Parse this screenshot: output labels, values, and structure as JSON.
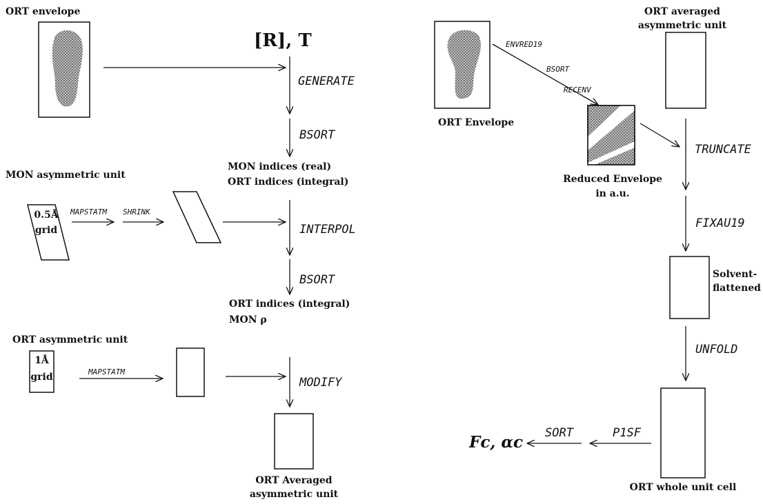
{
  "left": {
    "ort_envelope_label": "ORT envelope",
    "rt_label": "[R], T",
    "generate": "GENERATE",
    "bsort1": "BSORT",
    "indices_line1": "MON indices (real)",
    "indices_line2": "ORT indices (integral)",
    "mon_au_label": "MON asymmetric unit",
    "grid_half_line1": "0.5Å",
    "grid_half_line2": "grid",
    "mapstatm1": "MAPSTATM",
    "shrink": "SHRINK",
    "interpol": "INTERPOL",
    "bsort2": "BSORT",
    "ort_idx_line1": "ORT indices (integral)",
    "ort_idx_line2": "MON  ρ",
    "ort_au_label": "ORT asymmetric unit",
    "grid_one_line1": "1Å",
    "grid_one_line2": "grid",
    "mapstatm2": "MAPSTATM",
    "modify": "MODIFY",
    "ort_avg_line1": "ORT Averaged",
    "ort_avg_line2": "asymmetric unit"
  },
  "right": {
    "ort_averaged_line1": "ORT averaged",
    "ort_averaged_line2": "asymmetric unit",
    "envred19": "ENVRED19",
    "bsort": "BSORT",
    "recenv": "RECENV",
    "ort_envelope_label": "ORT Envelope",
    "reduced_line1": "Reduced Envelope",
    "reduced_line2": "in a.u.",
    "truncate": "TRUNCATE",
    "fixau19": "FIXAU19",
    "solvent_line1": "Solvent-",
    "solvent_line2": "flattened",
    "unfold": "UNFOLD",
    "p1sf": "P1SF",
    "sort": "SORT",
    "fc_alpha": "Fc, αc",
    "whole_cell": "ORT whole unit cell"
  }
}
